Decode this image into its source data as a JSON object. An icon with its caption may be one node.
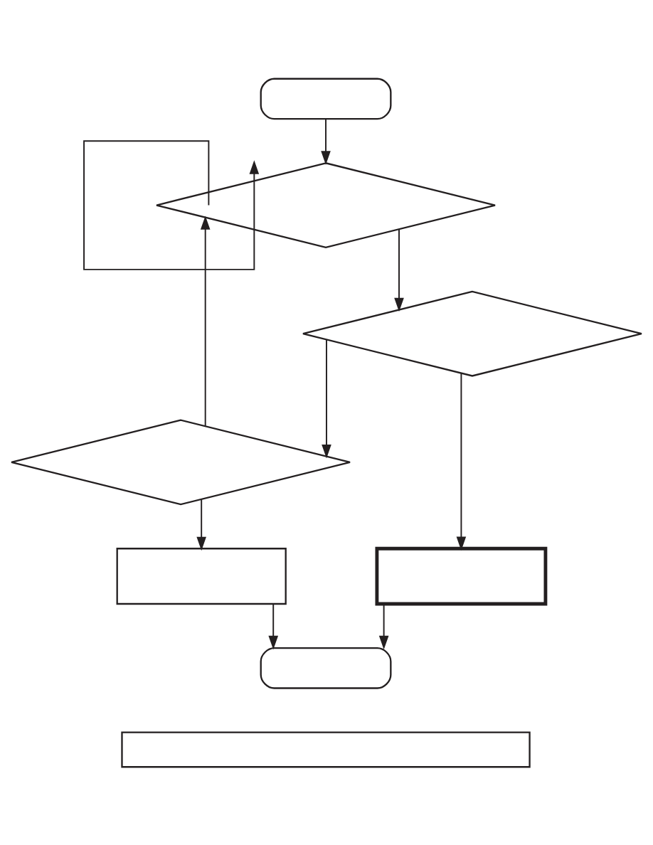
{
  "diagram": {
    "nodes": [
      {
        "text": [],
        "shape": "terminal"
      },
      {
        "text": [],
        "shape": "diamond"
      },
      {
        "text": [],
        "shape": "diamond"
      },
      {
        "text": [],
        "shape": "diamond"
      },
      {
        "text": [],
        "shape": "box"
      },
      {
        "text": [],
        "shape": "box"
      },
      {
        "text": [],
        "shape": "terminal"
      },
      {
        "text": [],
        "shape": "box"
      }
    ],
    "edges": [
      {
        "from": 0,
        "to": 1,
        "arrow": "to"
      },
      {
        "from": 1,
        "to": 1,
        "arrow": "to"
      },
      {
        "from": 1,
        "to": 2,
        "arrow": "to"
      },
      {
        "from": 2,
        "to": 3,
        "arrow": "to"
      },
      {
        "from": 2,
        "to": 5,
        "arrow": "to"
      },
      {
        "from": 3,
        "to": 1,
        "arrow": "to"
      },
      {
        "from": 3,
        "to": 4,
        "arrow": "to"
      },
      {
        "from": 4,
        "to": 6,
        "arrow": "to"
      },
      {
        "from": 5,
        "to": 6,
        "arrow": "to"
      }
    ]
  }
}
